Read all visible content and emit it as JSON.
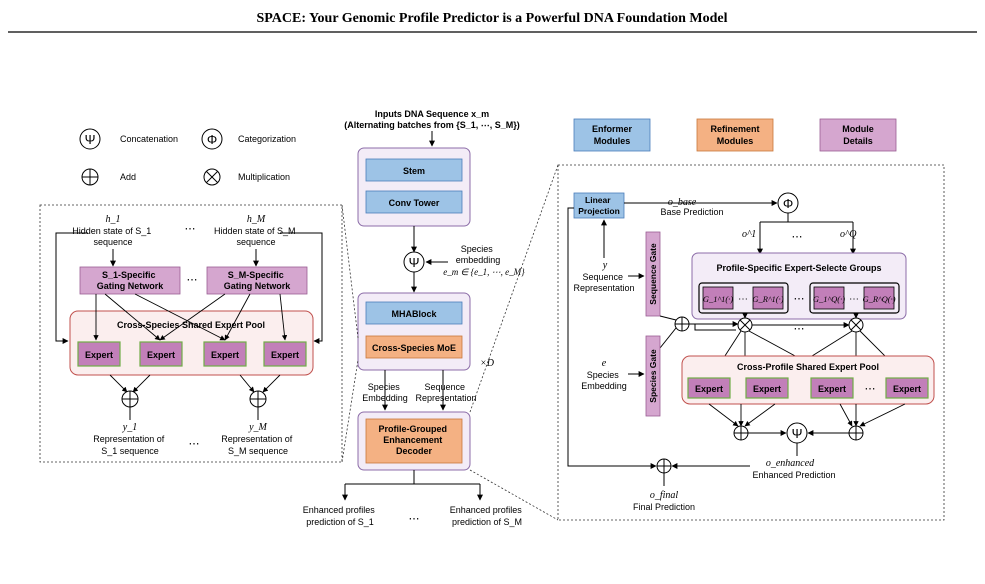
{
  "header": {
    "title": "SPACE: Your Genomic Profile Predictor is a Powerful DNA Foundation Model"
  },
  "legend_ops": {
    "concat": {
      "symbol": "Ψ",
      "label": "Concatenation"
    },
    "categorize": {
      "symbol": "Φ",
      "label": "Categorization"
    },
    "add": {
      "label": "Add"
    },
    "mult": {
      "label": "Multiplication"
    }
  },
  "legend_boxes": {
    "enformer": "Enformer\nModules",
    "refinement": "Refinement\nModules",
    "module": "Module\nDetails"
  },
  "colors": {
    "enformer": "#9dc3e6",
    "refinement": "#f4b183",
    "module": "#d5a6cf",
    "module_dark": "#c27fb9",
    "green_border": "#70ad47",
    "panel_purple": "#f3ecf7",
    "panel_red": "#c0504d",
    "panel_red_fill": "#fbeeee"
  },
  "center": {
    "input_title": "Inputs DNA Sequence x_m",
    "input_sub": "(Alternating batches from {S_1, ⋯, S_M})",
    "stem": "Stem",
    "conv": "Conv Tower",
    "psi": "Ψ",
    "species_emb": [
      "Species",
      "embedding",
      "e_m ∈ {e_1, ⋯, e_M}"
    ],
    "mha": "MHABlock",
    "moe": "Cross-Species MoE",
    "times_d": "×D",
    "species_embedding_lbl": [
      "Species",
      "Embedding"
    ],
    "sequence_rep_lbl": [
      "Sequence",
      "Representation"
    ],
    "decoder": [
      "Profile-Grouped",
      "Enhancement",
      "Decoder"
    ],
    "out_left": [
      "Enhanced profiles",
      "prediction of S_1"
    ],
    "out_dots": "⋯",
    "out_right": [
      "Enhanced profiles",
      "prediction of S_M"
    ]
  },
  "left": {
    "h1": "h_1",
    "h1_desc": [
      "Hidden state of S_1",
      "sequence"
    ],
    "hdots": "⋯",
    "hM": "h_M",
    "hM_desc": [
      "Hidden state of S_M",
      "sequence"
    ],
    "gate1": [
      "S_1-Specific",
      "Gating Network"
    ],
    "gatedots": "⋯",
    "gateM": [
      "S_M-Specific",
      "Gating Network"
    ],
    "pool_title": "Cross-Species Shared Expert Pool",
    "experts": [
      "Expert",
      "Expert",
      "Expert",
      "Expert"
    ],
    "y1": "y_1",
    "y1_desc": [
      "Representation of",
      "S_1 sequence"
    ],
    "ydots": "⋯",
    "yM": "y_M",
    "yM_desc": [
      "Representation of",
      "S_M sequence"
    ]
  },
  "right": {
    "linear": [
      "Linear",
      "Projection"
    ],
    "obase": "o_base",
    "base_pred": "Base Prediction",
    "phi": "Φ",
    "o1": "o^1",
    "odots": "⋯",
    "oQ": "o^Q",
    "y": "y",
    "seq_rep": [
      "Sequence",
      "Representation"
    ],
    "seq_gate": "Sequence Gate",
    "groups_title": "Profile-Specific Expert-Selecte Groups",
    "g_left": [
      "G_1^1(·)",
      "G_R^1(·)"
    ],
    "g_right": [
      "G_1^Q(·)",
      "G_R^Q(·)"
    ],
    "gdots": "⋯",
    "e": "e",
    "species_emb": [
      "Species",
      "Embedding"
    ],
    "species_gate": "Species Gate",
    "pool_title": "Cross-Profile Shared Expert Pool",
    "experts": [
      "Expert",
      "Expert",
      "Expert",
      "Expert"
    ],
    "pool_dots": "⋯",
    "psi": "Ψ",
    "oenh": "o_enhanced",
    "enh_pred": "Enhanced Prediction",
    "ofinal": "o_final",
    "final_pred": "Final Prediction"
  }
}
